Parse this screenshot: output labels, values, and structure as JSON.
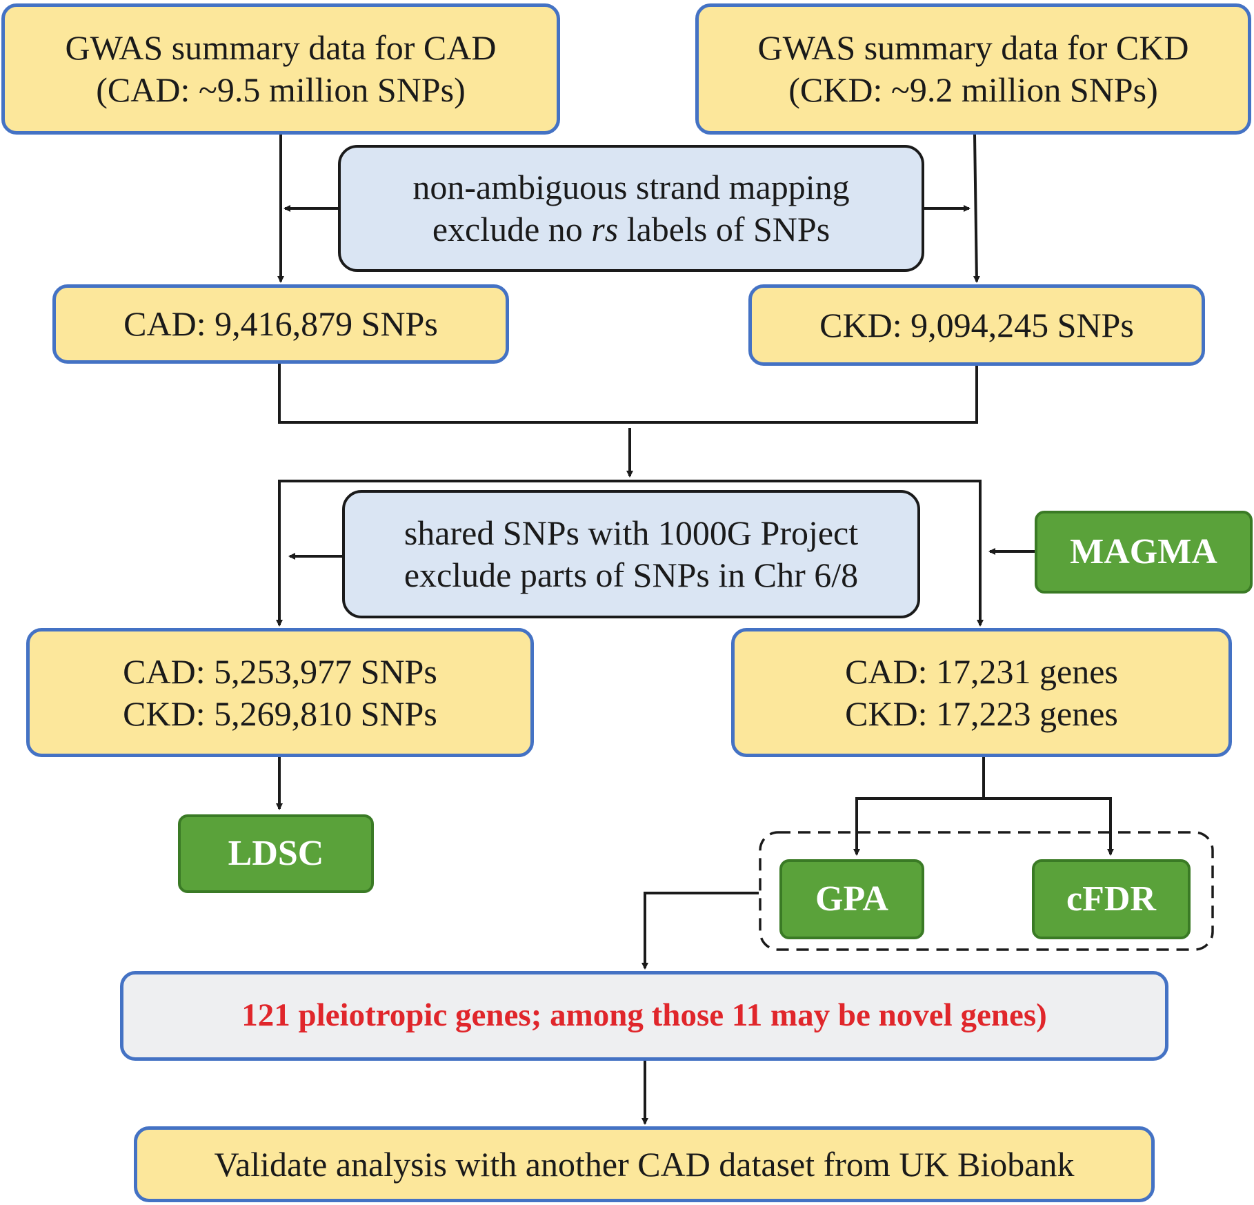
{
  "nodes": {
    "cad_gwas": {
      "line1": "GWAS summary data for CAD",
      "line2": "(CAD: ~9.5 million SNPs)"
    },
    "ckd_gwas": {
      "line1": "GWAS summary data for CKD",
      "line2": "(CKD: ~9.2 million SNPs)"
    },
    "filter1": {
      "line1": "non-ambiguous strand mapping",
      "line2_pre": "exclude no ",
      "line2_em": "rs",
      "line2_post": " labels of SNPs"
    },
    "cad_snps": {
      "text": "CAD: 9,416,879 SNPs"
    },
    "ckd_snps": {
      "text": "CKD: 9,094,245 SNPs"
    },
    "filter2": {
      "line1": "shared SNPs with 1000G Project",
      "line2": "exclude parts of SNPs in Chr 6/8"
    },
    "magma": {
      "text": "MAGMA"
    },
    "shared_snps": {
      "line1": "CAD: 5,253,977 SNPs",
      "line2": "CKD: 5,269,810 SNPs"
    },
    "genes": {
      "line1": "CAD: 17,231 genes",
      "line2": "CKD: 17,223 genes"
    },
    "ldsc": {
      "text": "LDSC"
    },
    "gpa": {
      "text": "GPA"
    },
    "cfdr": {
      "text": "cFDR"
    },
    "result": {
      "text": "121 pleiotropic genes; among those 11 may be novel genes)"
    },
    "validate": {
      "text": "Validate analysis with another CAD dataset from UK Biobank"
    }
  },
  "colors": {
    "box_fill": "#fce79b",
    "box_border": "#4472c4",
    "filter_fill": "#dae5f3",
    "tool_fill": "#5aa23a",
    "result_fill": "#eeeff1",
    "result_text": "#e0262b",
    "line": "#1a1a1a"
  }
}
